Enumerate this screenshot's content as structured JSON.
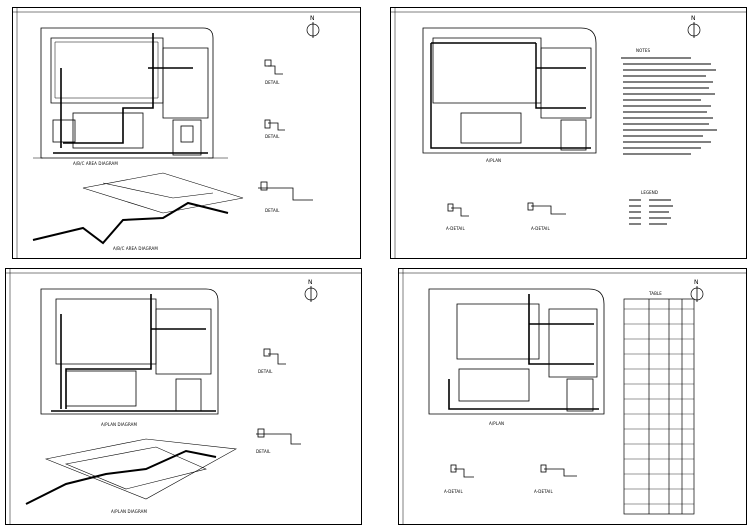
{
  "sheets": [
    {
      "id": "tl",
      "captions": [
        "A/B/C AREA DIAGRAM",
        "A/B/C AREA DIAGRAM"
      ],
      "detail_captions": [
        "DETAIL",
        "DETAIL",
        "DETAIL"
      ],
      "north": "N"
    },
    {
      "id": "tr",
      "captions": [
        "A/PLAN"
      ],
      "detail_captions": [
        "A-DETAIL",
        "A-DETAIL"
      ],
      "note_title": "NOTES",
      "legend_title": "LEGEND",
      "north": "N"
    },
    {
      "id": "bl",
      "captions": [
        "A/PLAN DIAGRAM",
        "A/PLAN DIAGRAM"
      ],
      "detail_captions": [
        "DETAIL",
        "DETAIL"
      ],
      "north": "N"
    },
    {
      "id": "br",
      "captions": [
        "A/PLAN"
      ],
      "detail_captions": [
        "A-DETAIL",
        "A-DETAIL"
      ],
      "table_title": "TABLE",
      "north": "N"
    }
  ]
}
